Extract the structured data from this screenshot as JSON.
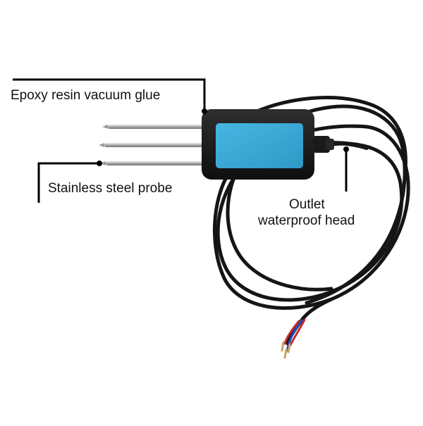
{
  "diagram": {
    "callouts": {
      "epoxy": "Epoxy resin vacuum glue",
      "probe": "Stainless steel probe",
      "outlet_line1": "Outlet",
      "outlet_line2": "waterproof head"
    },
    "colors": {
      "background": "#ffffff",
      "housing": "#1b1b1b",
      "panel": "#3aa8d6",
      "cable": "#151515",
      "probe": "#b9b9b9",
      "leader": "#000000",
      "wire_red": "#c62828",
      "wire_blue": "#1e4fc2"
    }
  }
}
